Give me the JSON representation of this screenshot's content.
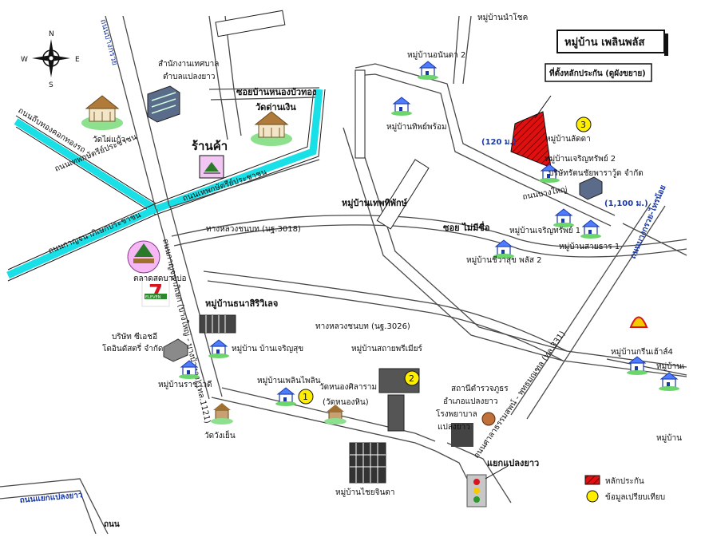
{
  "title": "หมู่บ้าน เพลินพลัส",
  "project_site_label": "ที่ตั้งหลักประกัน (ดูผังขยาย)",
  "compass": {
    "n": "N",
    "s": "S",
    "e": "E",
    "w": "W"
  },
  "roads": {
    "road_canal_left_1": "ถนนถีบทองคอกทองรถ",
    "road_canal_left_2": "ถนนเทพกษัตรีย์ประชาชน",
    "road_canal_left_3": "ถนนเทพกษัตรีย์ประชาชน",
    "road_canal_left_4": "ถนนกาญจนาภิเษกประชาชน",
    "road_top_left": "ถนนบางกรวย",
    "road_local_1": "ทางหลวงชนบท (นฐ.3018)",
    "road_local_2": "ทางหลวงชนบท (นฐ.3026)",
    "road_vertical": "ถนนกาญจนาภิเษก (บางใหญ่ - บางบัวทอง) (ทล.1121)",
    "road_main": "ถนนศาลาธรรมสพน์ - พุทธมณฑล (ทล.331)",
    "road_right": "ถนนบางกรวย-ไทรน้อย",
    "road_small": "ถนนบางใหญ่",
    "road_bottom_left": "ถนนแยกแปลงยาว",
    "road_bottom": "ถนน",
    "soi_nongbuathong": "ซอยบ้านหนองบัวทอง",
    "soi_mai": "ซอย ไม่มีชื่อ"
  },
  "distances": {
    "d1": "(120 ม.)",
    "d2": "(1,100 ม.)"
  },
  "places": {
    "wat_paikaew": "วัดไผ่แก้ว",
    "district_office": "สำนักงานเทศบาล",
    "district_office2": "ตำบลแปลงยาว",
    "wat_dannoen": "วัดด่านเงิน",
    "shop": "ร้านค้า",
    "market": "ตลาดสดบางบ่อ",
    "seven": "7",
    "seven_sub": "ELEVEN",
    "thanasiri": "หมู่บ้านธนาสิริวิเลจ",
    "company_left1": "บริษัท ซีเอชอี",
    "company_left2": "โตอินดัสตรี่ จำกัด",
    "ban_charoensuk": "หมู่บ้าน บ้านเจริญสุข",
    "ban_rachawadi": "หมู่บ้านราชาวดี",
    "ban_ploenplin": "หมู่บ้านเพลินไพลิน",
    "wat_nongsilaram1": "วัดหนองศิลาราม",
    "wat_nongsilaram2": "(วัดหนองหิน)",
    "wat_wangyen": "วัดวังเย็น",
    "ban_sathai": "หมู่บ้านสถายพรีเมียร์",
    "police1": "สถานีตำรวจภูธร",
    "police2": "อำเภอแปลงยาว",
    "hospital1": "โรงพยาบาล",
    "hospital2": "แปลงยาว",
    "ban_chaiyinda": "หมู่บ้านไชยจินดา",
    "ban_namchok": "หมู่บ้านนำโชค",
    "ban_anunda": "หมู่บ้านอนันดา 2",
    "ban_thipphrom": "หมู่บ้านทิพย์พร้อม",
    "ban_thepthikhap": "หมู่บ้านเทพทิพักษ์",
    "ban_ladda": "หมู่บ้านลัดดา",
    "ban_charoensap2": "หมู่บ้านเจริญทรัพย์ 2",
    "company_right": "บริษัทรัตนชัยพาราวู้ด จำกัด",
    "ban_charoensap1": "หมู่บ้านเจริญทรัพย์ 1",
    "ban_saithan": "หมู่บ้านสายธาร 1",
    "ban_chiwasuk": "หมู่บ้านชีวาสุข พลัส 2",
    "ban_green": "หมู่บ้านกรีนเฮ้าส์4",
    "ban_right2": "หมู่บ้านเ",
    "ban_right3": "หมู่บ้าน",
    "junction": "แยกแปลงยาว"
  },
  "markers": [
    "1",
    "2",
    "3"
  ],
  "legend": {
    "collateral": "หลักประกัน",
    "reference": "ข้อมูลเปรียบเทียบ"
  },
  "colors": {
    "canal": "#19dfe6",
    "road": "#555555",
    "collateral": "#e01010",
    "marker": "#ffee00",
    "shell": "#f7c900"
  }
}
